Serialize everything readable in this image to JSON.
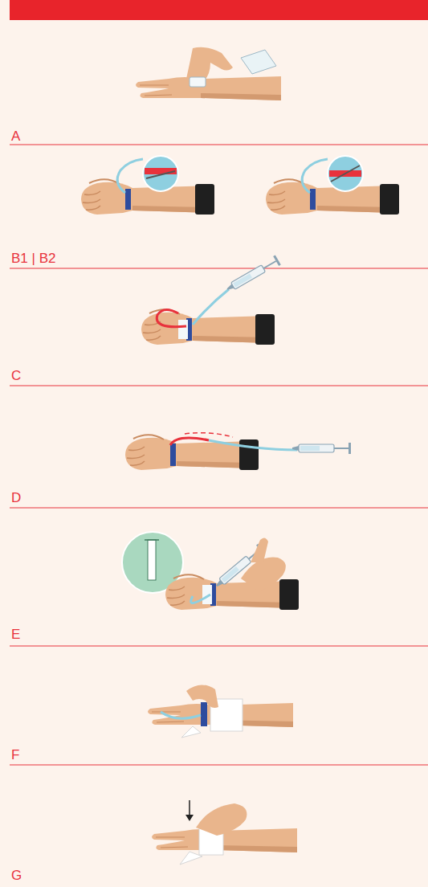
{
  "diagram": {
    "labels": [
      "A",
      "B1 | B2",
      "C",
      "D",
      "E",
      "F",
      "G"
    ]
  }
}
